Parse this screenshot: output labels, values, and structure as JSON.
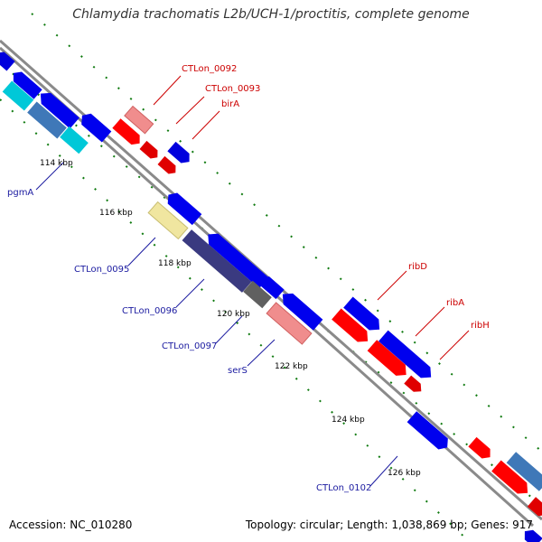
{
  "title": "Chlamydia trachomatis L2b/UCH-1/proctitis, complete genome",
  "footer": {
    "accession": "Accession: NC_010280",
    "stats": "Topology: circular; Length: 1,038,869 bp; Genes: 917"
  },
  "colors": {
    "backbone": "#8a8a8a",
    "tick_green": "#0f7a0f",
    "label_forward": "#cc0000",
    "label_reverse": "#1a1aa0"
  },
  "ticks": [
    {
      "label": "114 kbp"
    },
    {
      "label": "116 kbp"
    },
    {
      "label": "118 kbp"
    },
    {
      "label": "120 kbp"
    },
    {
      "label": "122 kbp"
    },
    {
      "label": "124 kbp"
    },
    {
      "label": "126 kbp"
    }
  ],
  "labels_forward": [
    {
      "text": "CTLon_0092"
    },
    {
      "text": "CTLon_0093"
    },
    {
      "text": "birA"
    },
    {
      "text": "ribD"
    },
    {
      "text": "ribA"
    },
    {
      "text": "ribH"
    }
  ],
  "labels_reverse": [
    {
      "text": "pgmA"
    },
    {
      "text": "CTLon_0095"
    },
    {
      "text": "CTLon_0096"
    },
    {
      "text": "CTLon_0097"
    },
    {
      "text": "serS"
    },
    {
      "text": "CTLon_0102"
    }
  ]
}
